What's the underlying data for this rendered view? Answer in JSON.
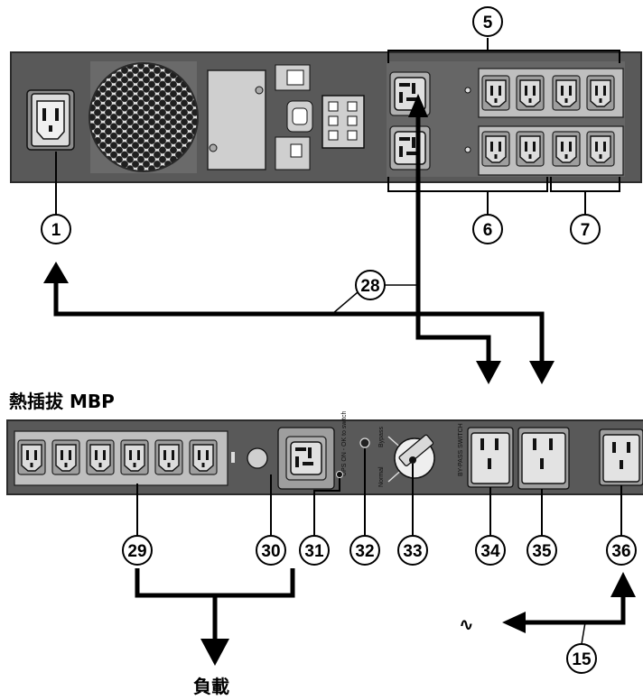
{
  "labels": {
    "mbp_title": "熱插拔  MBP",
    "load": "負載",
    "switch_normal": "Normal",
    "switch_bypass": "Bypass",
    "mbp_status": "UPS ON - OK to switch",
    "bypass_outlet": "BY-PASS SWITCH",
    "mains_symbol": "∿"
  },
  "callouts": [
    "1",
    "5",
    "6",
    "7",
    "28",
    "29",
    "30",
    "31",
    "32",
    "33",
    "34",
    "35",
    "36",
    "15"
  ],
  "colors": {
    "panel": "#595959",
    "panel_edge": "#2b2b2b",
    "outlet_face": "#d9d9d9",
    "outlet_frame": "#9e9e9e",
    "cable": "#000000",
    "callout_border": "#000000"
  },
  "icons": [
    "fan-grille-icon",
    "rj45-port-icon",
    "db9-port-icon",
    "usb-port-icon",
    "rotary-switch-icon",
    "mains-sine-icon"
  ]
}
